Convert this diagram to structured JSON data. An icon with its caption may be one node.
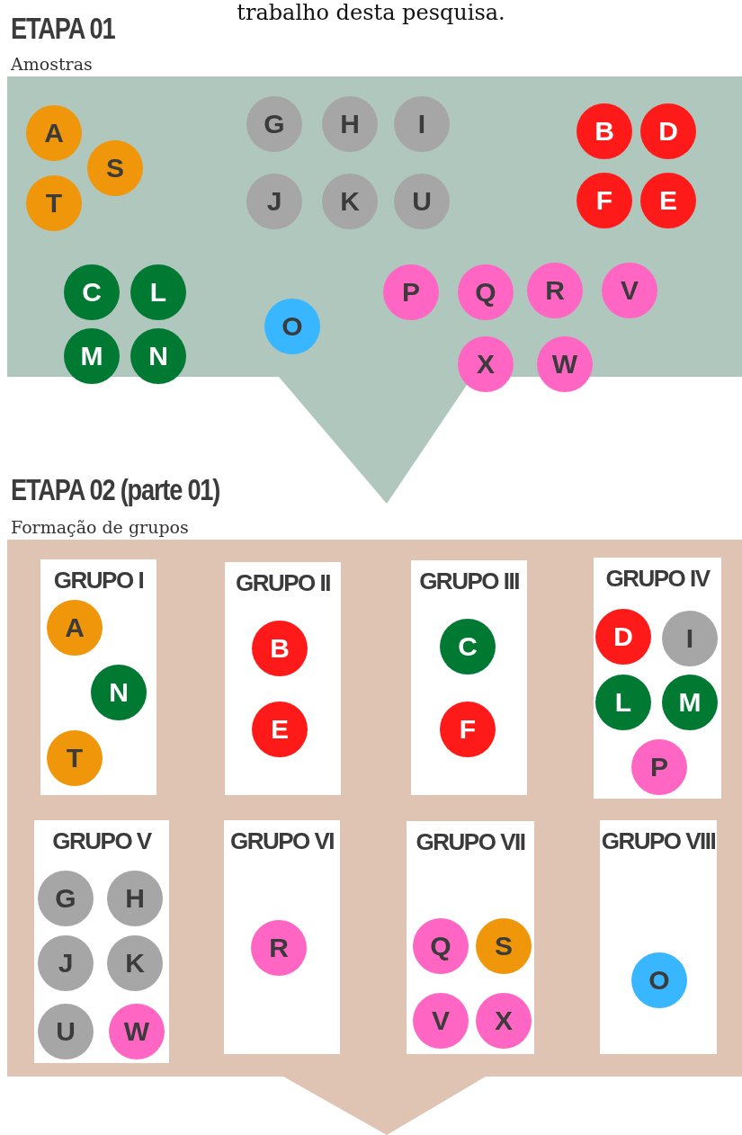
{
  "diagram": {
    "nodes": [
      {
        "text": [
          "ETAPA 01",
          "Amostras"
        ]
      },
      {
        "text": [
          "A"
        ],
        "in": 0
      },
      {
        "text": [
          "S"
        ],
        "in": 0
      },
      {
        "text": [
          "T"
        ],
        "in": 0
      },
      {
        "text": [
          "G"
        ],
        "in": 0
      },
      {
        "text": [
          "H"
        ],
        "in": 0
      },
      {
        "text": [
          "I"
        ],
        "in": 0
      },
      {
        "text": [
          "J"
        ],
        "in": 0
      },
      {
        "text": [
          "K"
        ],
        "in": 0
      },
      {
        "text": [
          "U"
        ],
        "in": 0
      },
      {
        "text": [
          "B"
        ],
        "in": 0
      },
      {
        "text": [
          "D"
        ],
        "in": 0
      },
      {
        "text": [
          "F"
        ],
        "in": 0
      },
      {
        "text": [
          "E"
        ],
        "in": 0
      },
      {
        "text": [
          "C"
        ],
        "in": 0
      },
      {
        "text": [
          "L"
        ],
        "in": 0
      },
      {
        "text": [
          "M"
        ],
        "in": 0
      },
      {
        "text": [
          "N"
        ],
        "in": 0
      },
      {
        "text": [
          "O"
        ],
        "in": 0
      },
      {
        "text": [
          "P"
        ],
        "in": 0
      },
      {
        "text": [
          "Q"
        ],
        "in": 0
      },
      {
        "text": [
          "R"
        ],
        "in": 0
      },
      {
        "text": [
          "V"
        ],
        "in": 0
      },
      {
        "text": [
          "X"
        ],
        "in": 0
      },
      {
        "text": [
          "W"
        ],
        "in": 0
      },
      {
        "text": [
          "ETAPA 02 (parte 01)",
          "Formação de grupos"
        ]
      },
      {
        "text": [
          "GRUPO I"
        ],
        "in": 25
      },
      {
        "text": [
          "A"
        ],
        "in": 26
      },
      {
        "text": [
          "N"
        ],
        "in": 26
      },
      {
        "text": [
          "T"
        ],
        "in": 26
      },
      {
        "text": [
          "GRUPO II"
        ],
        "in": 25
      },
      {
        "text": [
          "B"
        ],
        "in": 30
      },
      {
        "text": [
          "E"
        ],
        "in": 30
      },
      {
        "text": [
          "GRUPO III"
        ],
        "in": 25
      },
      {
        "text": [
          "C"
        ],
        "in": 33
      },
      {
        "text": [
          "F"
        ],
        "in": 33
      },
      {
        "text": [
          "GRUPO IV"
        ],
        "in": 25
      },
      {
        "text": [
          "D"
        ],
        "in": 36
      },
      {
        "text": [
          "I"
        ],
        "in": 36
      },
      {
        "text": [
          "L"
        ],
        "in": 36
      },
      {
        "text": [
          "M"
        ],
        "in": 36
      },
      {
        "text": [
          "P"
        ],
        "in": 36
      },
      {
        "text": [
          "GRUPO V"
        ],
        "in": 25
      },
      {
        "text": [
          "G"
        ],
        "in": 42
      },
      {
        "text": [
          "H"
        ],
        "in": 42
      },
      {
        "text": [
          "J"
        ],
        "in": 42
      },
      {
        "text": [
          "K"
        ],
        "in": 42
      },
      {
        "text": [
          "U"
        ],
        "in": 42
      },
      {
        "text": [
          "W"
        ],
        "in": 42
      },
      {
        "text": [
          "GRUPO VI"
        ],
        "in": 25
      },
      {
        "text": [
          "R"
        ],
        "in": 49
      },
      {
        "text": [
          "GRUPO VII"
        ],
        "in": 25
      },
      {
        "text": [
          "Q"
        ],
        "in": 51
      },
      {
        "text": [
          "S"
        ],
        "in": 51
      },
      {
        "text": [
          "V"
        ],
        "in": 51
      },
      {
        "text": [
          "X"
        ],
        "in": 51
      },
      {
        "text": [
          "GRUPO VIII"
        ],
        "in": 25
      },
      {
        "text": [
          "O"
        ],
        "in": 56
      }
    ],
    "labels": [
      "trabalho desta pesquisa."
    ]
  }
}
